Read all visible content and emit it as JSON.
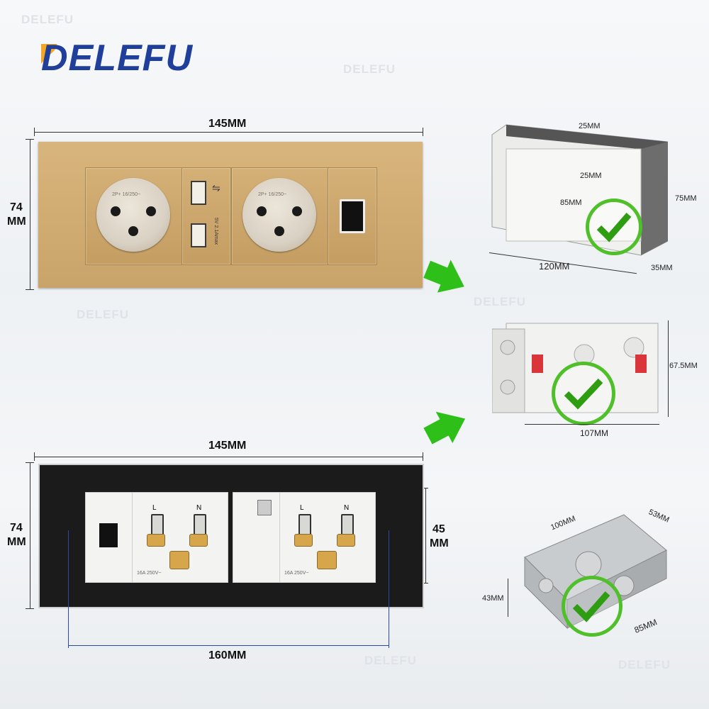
{
  "brand": {
    "logo_text": "DELEFU",
    "watermarks": [
      "DELEFU",
      "DELEFU",
      "DELEFU",
      "DELEFU",
      "DELEFU",
      "DELEFU"
    ]
  },
  "front_panel": {
    "width_label": "145MM",
    "height_label_line1": "74",
    "height_label_line2": "MM",
    "outlet_marking": "2P+ 16/250~",
    "usb_marking": "5V 2.1Amax"
  },
  "back_panel": {
    "width_label": "145MM",
    "height_label_line1": "74",
    "height_label_line2": "MM",
    "module_height_line1": "45",
    "module_height_line2": "MM",
    "screw_spacing_label": "160MM",
    "terminal_l": "L",
    "terminal_n": "N",
    "rating": "16A 250V~"
  },
  "box_plastic_white": {
    "top_width": "25MM",
    "inner_width": "25MM",
    "hole_spacing": "85MM",
    "length": "120MM",
    "depth": "35MM",
    "height": "75MM"
  },
  "box_plastic_red": {
    "height": "67.5MM",
    "length": "107MM"
  },
  "box_metal": {
    "length": "100MM",
    "width": "53MM",
    "height": "43MM",
    "hole_spacing": "85MM"
  },
  "colors": {
    "brand_blue": "#1f3f9a",
    "brand_orange": "#f5a623",
    "arrow_green": "#2ec018",
    "check_green": "#4fbf2a",
    "panel_gold": "#c9a46a"
  },
  "icons": [
    "arrow-right-down-icon",
    "checkmark-icon",
    "usb-port-icon",
    "hdmi-port-icon"
  ]
}
